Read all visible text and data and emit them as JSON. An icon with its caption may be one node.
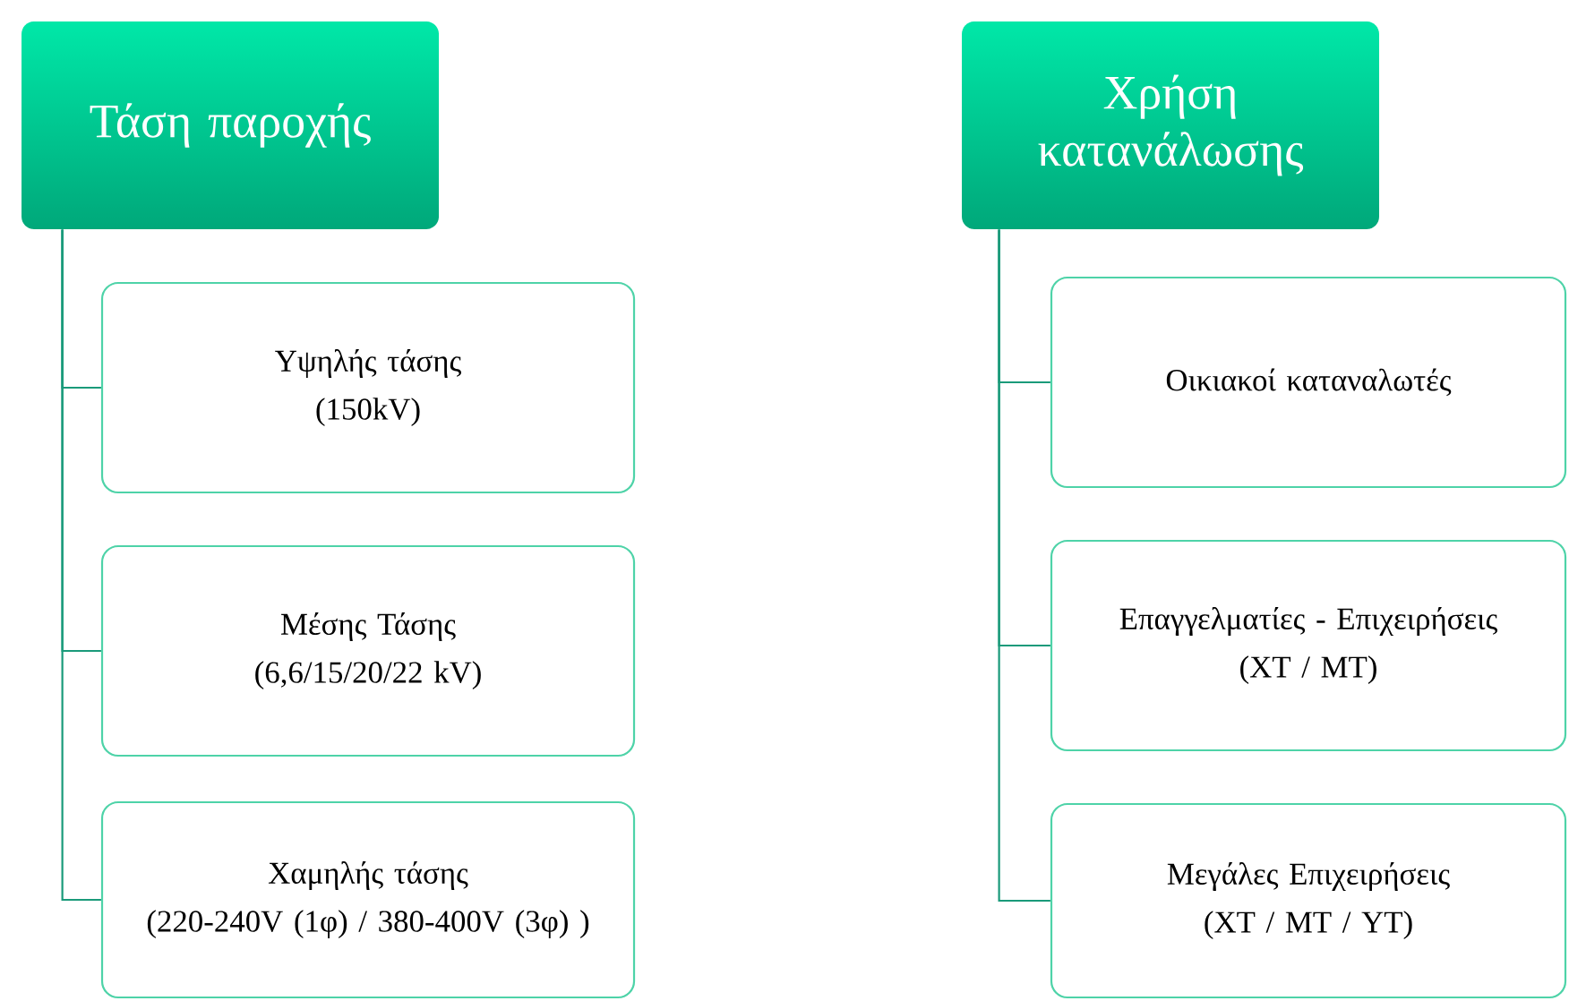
{
  "diagram": {
    "nodes": [
      {
        "text": [
          "Τάση παροχής"
        ]
      },
      {
        "text": [
          "Υψηλής τάσης",
          "(150kV)"
        ]
      },
      {
        "text": [
          "Μέσης Τάσης",
          "(6,6/15/20/22 kV)"
        ]
      },
      {
        "text": [
          "Χαμηλής τάσης",
          "(220-240V (1φ) / 380-400V (3φ) )"
        ]
      },
      {
        "text": [
          "Χρήση κατανάλωσης"
        ]
      },
      {
        "text": [
          "Οικιακοί καταναλωτές"
        ]
      },
      {
        "text": [
          "Επαγγελματίες - Επιχειρήσεις",
          "(ΧΤ / ΜΤ)"
        ]
      },
      {
        "text": [
          "Μεγάλες Επιχειρήσεις",
          "(ΧΤ / ΜΤ / ΥΤ)"
        ]
      }
    ],
    "edges": [
      {
        "from": 0,
        "to": 1,
        "arrow": "none"
      },
      {
        "from": 0,
        "to": 2,
        "arrow": "none"
      },
      {
        "from": 0,
        "to": 3,
        "arrow": "none"
      },
      {
        "from": 4,
        "to": 5,
        "arrow": "none"
      },
      {
        "from": 4,
        "to": 6,
        "arrow": "none"
      },
      {
        "from": 4,
        "to": 7,
        "arrow": "none"
      }
    ]
  }
}
